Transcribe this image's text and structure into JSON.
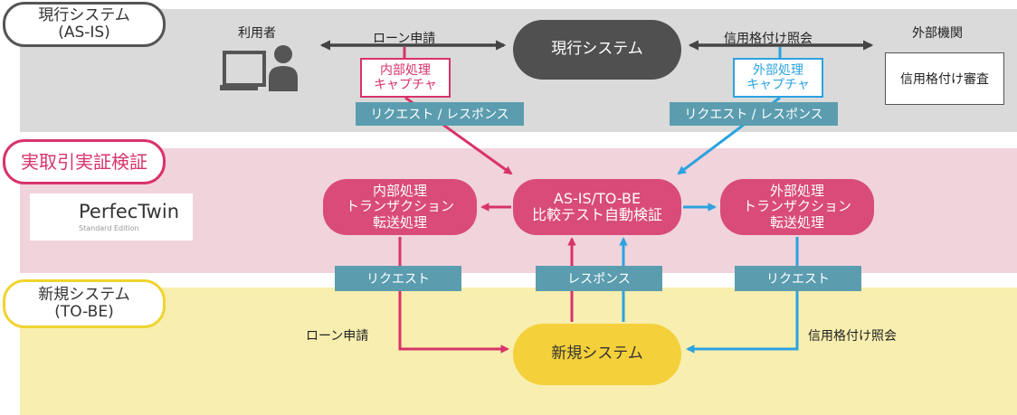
{
  "bands": {
    "current": {
      "title": "現行システム",
      "subtitle": "(AS-IS)"
    },
    "verify": {
      "title": "実取引実証検証"
    },
    "new": {
      "title": "新規システム",
      "subtitle": "(TO-BE)"
    }
  },
  "actors": {
    "user": "利用者",
    "external_org": "外部機関",
    "screening": "信用格付け審査"
  },
  "systems": {
    "current": "現行システム",
    "new": "新規システム"
  },
  "flows": {
    "loan_application": "ローン申請",
    "credit_inquiry": "信用格付け照会",
    "req_resp": "リクエスト / レスポンス",
    "request": "リクエスト",
    "response": "レスポンス"
  },
  "captures": {
    "internal": {
      "line1": "内部処理",
      "line2": "キャプチャ"
    },
    "external": {
      "line1": "外部処理",
      "line2": "キャプチャ"
    }
  },
  "verification_nodes": {
    "internal": {
      "line1": "内部処理",
      "line2": "トランザクション",
      "line3": "転送処理"
    },
    "compare": {
      "line1": "AS-IS/TO-BE",
      "line2": "比較テスト自動検証"
    },
    "external": {
      "line1": "外部処理",
      "line2": "トランザクション",
      "line3": "転送処理"
    }
  },
  "logo": {
    "name": "PerfecTwin",
    "edition": "Standard Edition"
  },
  "colors": {
    "pink": "#d94b78",
    "blue": "#2ba3df",
    "tag": "#5b9daf",
    "dark": "#505050",
    "yellow": "#f4d03a"
  }
}
